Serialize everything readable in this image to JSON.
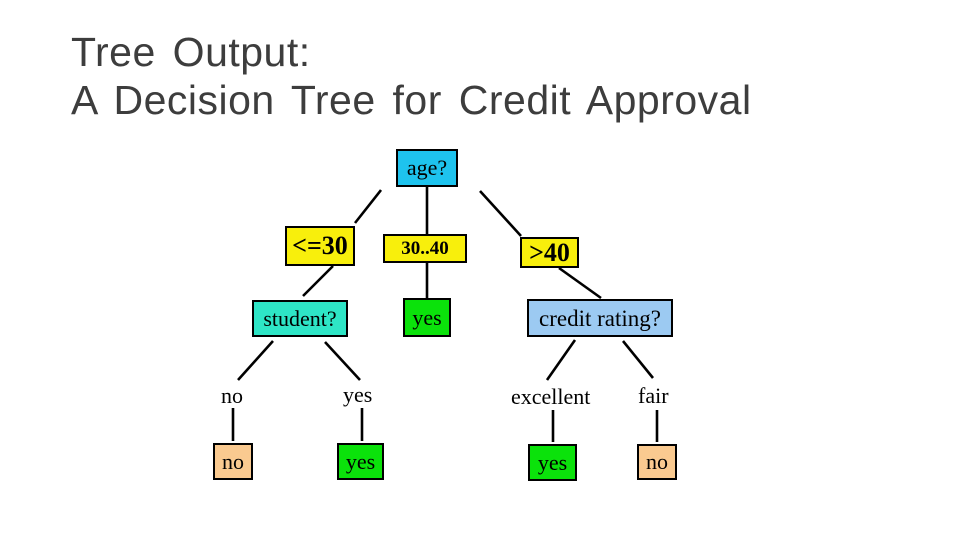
{
  "slide": {
    "title_line1": "Tree Output:",
    "title_line2": "A Decision Tree for Credit Approval"
  },
  "colors": {
    "root_fill": "#1ec3ee",
    "branch_fill": "#f8ef0c",
    "student_fill": "#2ee5c6",
    "credit_fill": "#9ccaf2",
    "yes_fill": "#0be20b",
    "no_fill": "#faca90",
    "border": "#000000",
    "title_text": "#3d3d3d"
  },
  "nodes": {
    "age": {
      "label": "age?",
      "fill": "#1ec3ee"
    },
    "le30": {
      "label": "<=30",
      "fill": "#f8ef0c"
    },
    "mid3040": {
      "label": "30..40",
      "fill": "#f8ef0c"
    },
    "gt40": {
      "label": ">40",
      "fill": "#f8ef0c"
    },
    "student": {
      "label": "student?",
      "fill": "#2ee5c6"
    },
    "yes_mid": {
      "label": "yes",
      "fill": "#0be20b"
    },
    "credit": {
      "label": "credit rating?",
      "fill": "#9ccaf2"
    },
    "leaf_no_1": {
      "label": "no",
      "fill": "#faca90"
    },
    "leaf_yes_1": {
      "label": "yes",
      "fill": "#0be20b"
    },
    "leaf_yes_2": {
      "label": "yes",
      "fill": "#0be20b"
    },
    "leaf_no_2": {
      "label": "no",
      "fill": "#faca90"
    }
  },
  "branch_labels": {
    "no": "no",
    "yes": "yes",
    "excellent": "excellent",
    "fair": "fair"
  }
}
